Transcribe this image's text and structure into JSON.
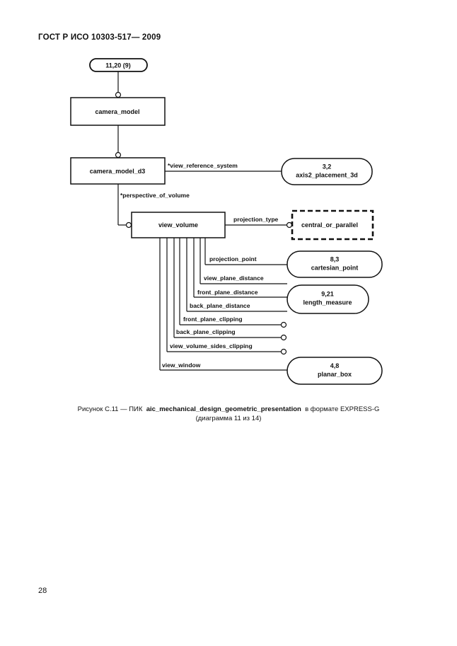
{
  "header": {
    "standard": "ГОСТ Р ИСО 10303-517— 2009"
  },
  "diagram": {
    "page_ref": "11,20 (9)",
    "entities": {
      "camera_model": "camera_model",
      "camera_model_d3": "camera_model_d3",
      "view_volume": "view_volume"
    },
    "type": "central_or_parallel",
    "refs": {
      "axis2": {
        "ref": "3,2",
        "name": "axis2_placement_3d"
      },
      "cartesian": {
        "ref": "8,3",
        "name": "cartesian_point"
      },
      "length": {
        "ref": "9,21",
        "name": "length_measure"
      },
      "planar": {
        "ref": "4,8",
        "name": "planar_box"
      }
    },
    "relations": {
      "view_reference_system": "*view_reference_system",
      "perspective_of_volume": "*perspective_of_volume",
      "projection_type": "projection_type",
      "projection_point": "projection_point",
      "view_plane_distance": "view_plane_distance",
      "front_plane_distance": "front_plane_distance",
      "back_plane_distance": "back_plane_distance",
      "front_plane_clipping": "front_plane_clipping",
      "back_plane_clipping": "back_plane_clipping",
      "view_volume_sides_clipping": "view_volume_sides_clipping",
      "view_window": "view_window"
    }
  },
  "caption": {
    "prefix": "Рисунок С.11 — ПИК",
    "schema": "aic_mechanical_design_geometric_presentation",
    "suffix": "в формате EXPRESS-G",
    "line2": "(диаграмма 11 из 14)"
  },
  "page_number": "28"
}
